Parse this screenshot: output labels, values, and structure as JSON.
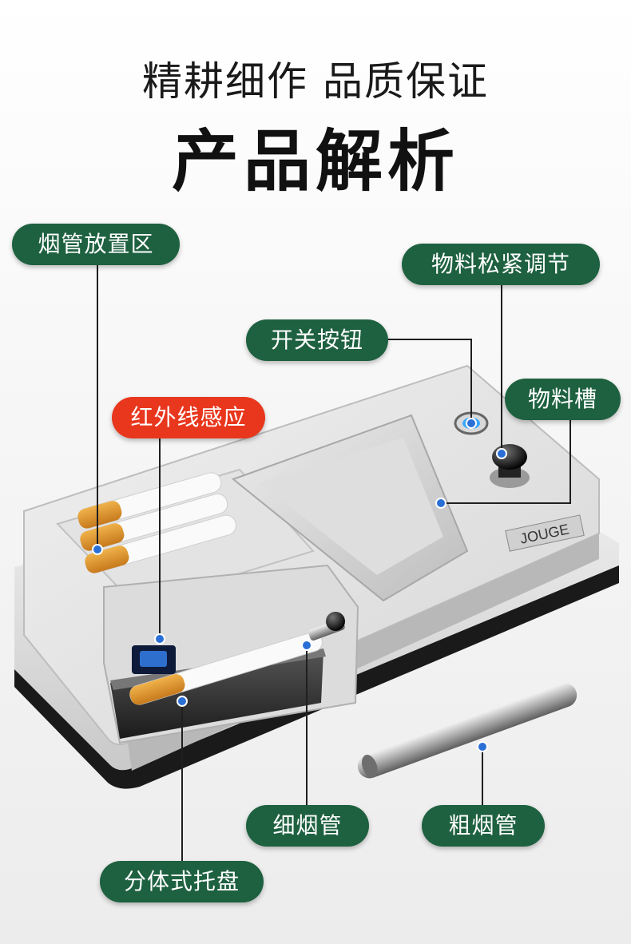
{
  "header": {
    "subtitle": "精耕细作 品质保证",
    "title": "产品解析"
  },
  "labels": {
    "tube_area": "烟管放置区",
    "material_adjust": "物料松紧调节",
    "switch_button": "开关按钮",
    "material_slot": "物料槽",
    "infrared_sensor": "红外线感应",
    "thin_tube": "细烟管",
    "thick_tube": "粗烟管",
    "split_tray": "分体式托盘"
  },
  "brand": "JOUGE",
  "colors": {
    "label_green": "#1e6140",
    "label_red": "#e8371d",
    "connector": "#1f1f1f",
    "dot": "#2a6fd6"
  }
}
